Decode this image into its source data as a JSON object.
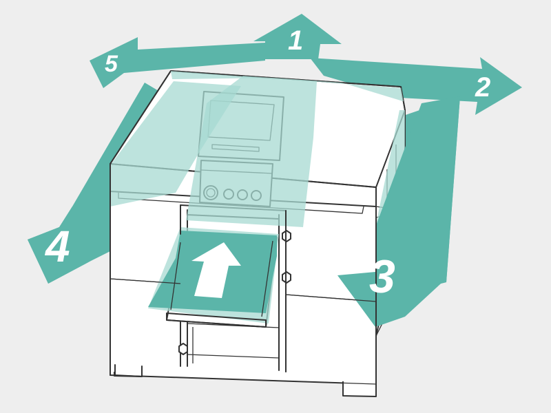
{
  "diagram": {
    "background": "#eeeeee",
    "arrow_color": "#5bb5a9",
    "arrow_overlay_color": "#a7dad2",
    "machine_fill": "#ffffff",
    "outline_color": "#333333",
    "clearance_labels": [
      "1",
      "2",
      "3",
      "4",
      "5"
    ]
  }
}
